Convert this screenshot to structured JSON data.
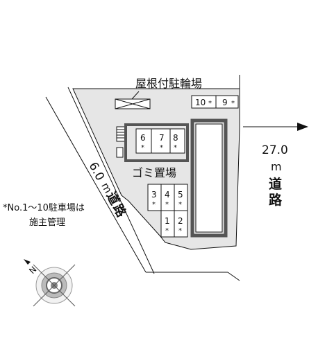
{
  "labels": {
    "bicycle_parking": "屋根付駐輪場",
    "garbage_area": "ゴミ置場",
    "road_right_width": "27.0",
    "road_left_width": "6.0",
    "unit": "m",
    "road_char_1": "道",
    "road_char_2": "路",
    "note_line1": "*No.1〜10駐車場は",
    "note_line2": "施主管理",
    "compass_letter": "N"
  },
  "parking_spaces": [
    {
      "num": "1",
      "mark": "*"
    },
    {
      "num": "2",
      "mark": "*"
    },
    {
      "num": "3",
      "mark": "*"
    },
    {
      "num": "4",
      "mark": "*"
    },
    {
      "num": "5",
      "mark": "*"
    },
    {
      "num": "6",
      "mark": "*"
    },
    {
      "num": "7",
      "mark": "*"
    },
    {
      "num": "8",
      "mark": "*"
    },
    {
      "num": "9",
      "mark": "*"
    },
    {
      "num": "10",
      "mark": "*"
    }
  ],
  "colors": {
    "site_fill": "#e6e6e6",
    "building_stroke": "#555555",
    "line": "#111111"
  }
}
